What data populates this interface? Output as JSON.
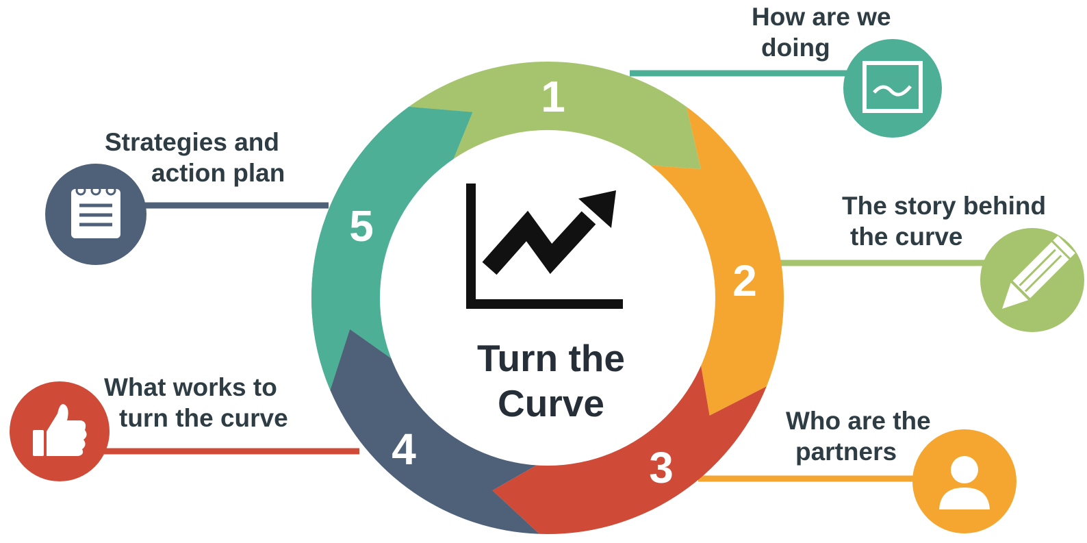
{
  "center": {
    "title_line1": "Turn the",
    "title_line2": "Curve"
  },
  "colors": {
    "step1": "#4daf96",
    "step2": "#a5c46d",
    "step3": "#f4a630",
    "step4": "#cf4b38",
    "step5": "#4f6079",
    "text": "#2e3c44"
  },
  "steps": [
    {
      "number": "1",
      "line1": "How are we",
      "line2": "doing",
      "icon": "chart-monitor-icon"
    },
    {
      "number": "2",
      "line1": "The story behind",
      "line2": "the curve",
      "icon": "pencil-icon"
    },
    {
      "number": "3",
      "line1": "Who are the",
      "line2": "partners",
      "icon": "person-icon"
    },
    {
      "number": "4",
      "line1": "What works to",
      "line2": "turn the curve",
      "icon": "thumbs-up-icon"
    },
    {
      "number": "5",
      "line1": "Strategies and",
      "line2": "action plan",
      "icon": "notepad-icon"
    }
  ]
}
